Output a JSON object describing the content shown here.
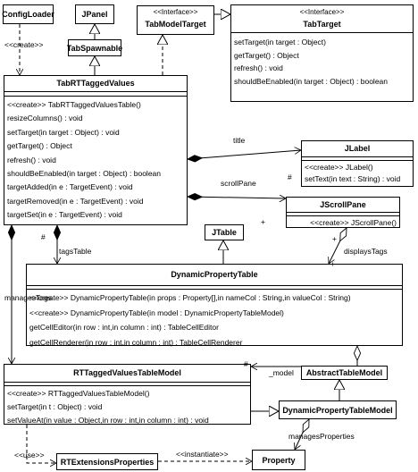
{
  "classes": {
    "config_loader": {
      "name": "ConfigLoader"
    },
    "jpanel": {
      "name": "JPanel"
    },
    "tab_spawnable": {
      "name": "TabSpawnable"
    },
    "tab_model_target": {
      "stereotype": "<<Interface>>",
      "name": "TabModelTarget"
    },
    "tab_target": {
      "stereotype": "<<Interface>>",
      "name": "TabTarget",
      "operations": [
        "setTarget(in target : Object)",
        "getTarget() : Object",
        "refresh() : void",
        "shouldBeEnabled(in target : Object) : boolean"
      ]
    },
    "tab_rt_tagged_values": {
      "name": "TabRTTaggedValues",
      "operations": [
        "<<create>> TabRTTaggedValuesTable()",
        "resizeColumns() : void",
        "setTarget(in target : Object) : void",
        "getTarget() : Object",
        "refresh() : void",
        "shouldBeEnabled(in target : Object) : boolean",
        "targetAdded(in e : TargetEvent) : void",
        "targetRemoved(in e : TargetEvent) : void",
        "targetSet(in e : TargetEvent) : void"
      ]
    },
    "jlabel": {
      "name": "JLabel",
      "operations": [
        "<<create>> JLabel()",
        "setText(in text : String) : void"
      ]
    },
    "jscrollpane": {
      "name": "JScrollPane",
      "operations": [
        "<<create>> JScrollPane()"
      ]
    },
    "jtable": {
      "name": "JTable"
    },
    "dynamic_property_table": {
      "name": "DynamicPropertyTable",
      "operations": [
        "<<create>> DynamicPropertyTable(in props : Property[],in nameCol : String,in valueCol : String)",
        "<<create>> DynamicPropertyTable(in model : DynamicPropertyTableModel)",
        "getCellEditor(in row : int,in column : int) : TableCellEditor",
        "getCellRenderer(in row : int,in column : int) : TableCellRenderer"
      ]
    },
    "rt_tagged_values_table_model": {
      "name": "RTTaggedValuesTableModel",
      "operations": [
        "<<create>> RTTaggedValuesTableModel()",
        "setTarget(in t : Object) : void",
        "setValueAt(in value : Object,in row : int,in column : int) : void"
      ]
    },
    "abstract_table_model": {
      "name": "AbstractTableModel"
    },
    "dynamic_property_table_model": {
      "name": "DynamicPropertyTableModel"
    },
    "rt_extensions_properties": {
      "name": "RTExtensionsProperties"
    },
    "property": {
      "name": "Property"
    }
  },
  "labels": {
    "create": "<<create>>",
    "title": "title",
    "scroll_pane": "scrollPane",
    "hash1": "#",
    "tags_table": "tagsTable",
    "hash2": "#",
    "plus1": "+",
    "plus2": "+",
    "displays_tags": "displaysTags",
    "plus3": "+",
    "manages_tags": "managesTags",
    "hash3": "#",
    "model": "_model",
    "manages_properties": "managesProperties",
    "use": "<<use>>",
    "instantiate": "<<instantiate>>"
  }
}
